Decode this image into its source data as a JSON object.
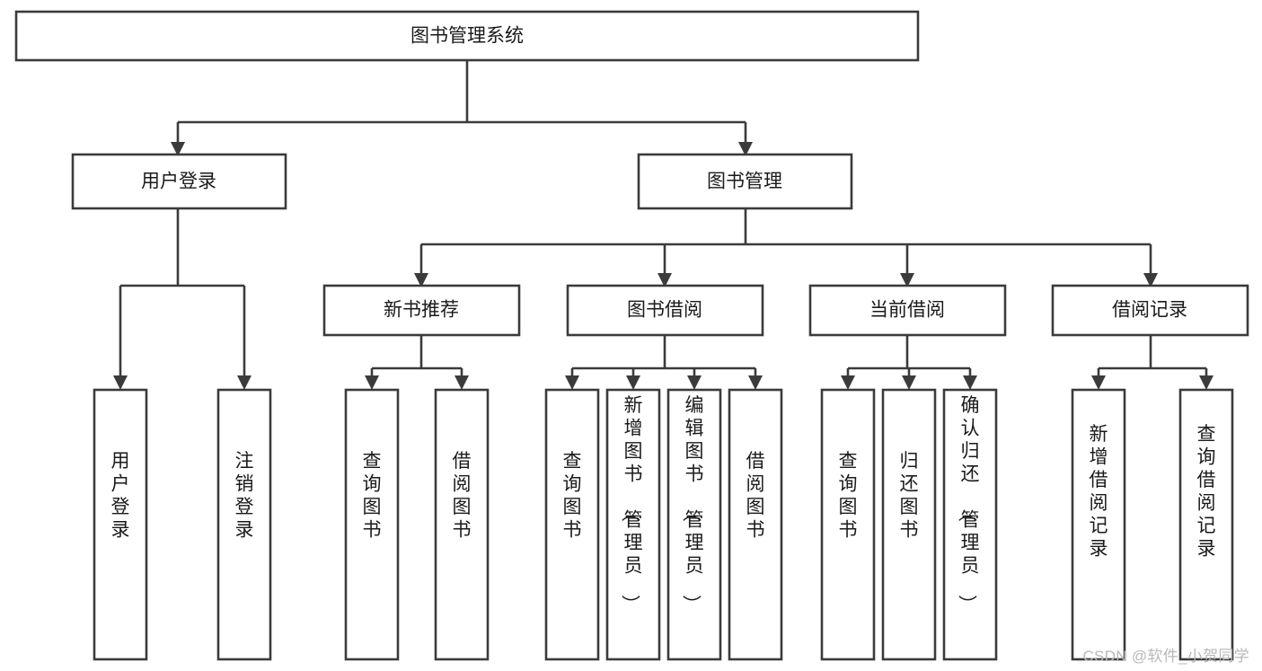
{
  "diagram": {
    "type": "tree-hierarchy-flowchart",
    "title": "图书管理系统",
    "orientation": "top-down",
    "colors": {
      "box_fill": "#ffffff",
      "box_stroke": "#3b3b3b",
      "edge": "#3b3b3b",
      "text": "#1a1a1a",
      "background": "#ffffff",
      "watermark": "#b9b9b9"
    },
    "levels": [
      {
        "level": 1,
        "nodes": [
          {
            "id": "root",
            "label": "图书管理系统",
            "orientation": "horizontal"
          }
        ]
      },
      {
        "level": 2,
        "nodes": [
          {
            "id": "login",
            "label": "用户登录",
            "orientation": "horizontal",
            "parent": "root"
          },
          {
            "id": "bookmgmt",
            "label": "图书管理",
            "orientation": "horizontal",
            "parent": "root"
          }
        ]
      },
      {
        "level": 3,
        "nodes": [
          {
            "id": "newbook",
            "label": "新书推荐",
            "orientation": "horizontal",
            "parent": "bookmgmt"
          },
          {
            "id": "borrow",
            "label": "图书借阅",
            "orientation": "horizontal",
            "parent": "bookmgmt"
          },
          {
            "id": "current",
            "label": "当前借阅",
            "orientation": "horizontal",
            "parent": "bookmgmt"
          },
          {
            "id": "records",
            "label": "借阅记录",
            "orientation": "horizontal",
            "parent": "bookmgmt"
          }
        ]
      },
      {
        "level": 4,
        "nodes": [
          {
            "id": "leaf-user-login",
            "label": "用户登录",
            "orientation": "vertical",
            "parent": "login"
          },
          {
            "id": "leaf-logout",
            "label": "注销登录",
            "orientation": "vertical",
            "parent": "login"
          },
          {
            "id": "leaf-query-book-1",
            "label": "查询图书",
            "orientation": "vertical",
            "parent": "newbook"
          },
          {
            "id": "leaf-borrow-book-1",
            "label": "借阅图书",
            "orientation": "vertical",
            "parent": "newbook"
          },
          {
            "id": "leaf-query-book-2",
            "label": "查询图书",
            "orientation": "vertical",
            "parent": "borrow"
          },
          {
            "id": "leaf-add-book",
            "label": "新增图书（管理员）",
            "orientation": "vertical",
            "parent": "borrow"
          },
          {
            "id": "leaf-edit-book",
            "label": "编辑图书（管理员）",
            "orientation": "vertical",
            "parent": "borrow"
          },
          {
            "id": "leaf-borrow-book-2",
            "label": "借阅图书",
            "orientation": "vertical",
            "parent": "borrow"
          },
          {
            "id": "leaf-query-book-3",
            "label": "查询图书",
            "orientation": "vertical",
            "parent": "current"
          },
          {
            "id": "leaf-return-book",
            "label": "归还图书",
            "orientation": "vertical",
            "parent": "current"
          },
          {
            "id": "leaf-confirm-return",
            "label": "确认归还（管理员）",
            "orientation": "vertical",
            "parent": "current"
          },
          {
            "id": "leaf-add-record",
            "label": "新增借阅记录",
            "orientation": "vertical",
            "parent": "records"
          },
          {
            "id": "leaf-query-record",
            "label": "查询借阅记录",
            "orientation": "vertical",
            "parent": "records"
          }
        ]
      }
    ]
  },
  "watermark": {
    "text": "CSDN @软件_小贺同学"
  }
}
